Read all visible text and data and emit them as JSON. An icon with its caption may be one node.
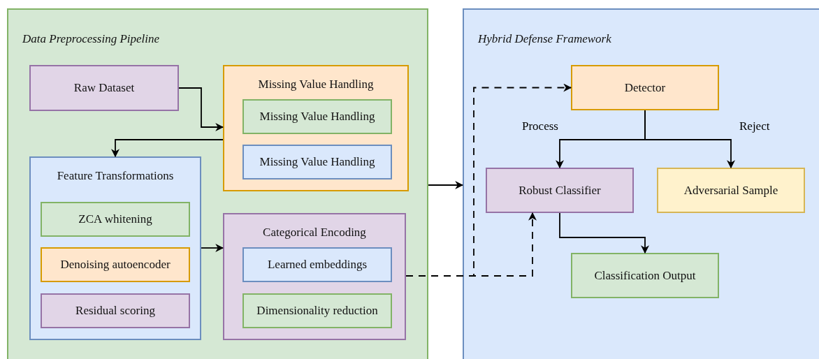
{
  "diagram": {
    "nodes": [
      {
        "text": [
          "Data Preprocessing Pipeline"
        ]
      },
      {
        "text": [
          "Raw Dataset"
        ],
        "in": 0
      },
      {
        "text": [
          "Missing Value Handling"
        ],
        "in": 0
      },
      {
        "text": [
          "Missing Value Handling"
        ],
        "in": 2
      },
      {
        "text": [
          "Missing Value Handling"
        ],
        "in": 2
      },
      {
        "text": [
          "Feature Transformations"
        ],
        "in": 0
      },
      {
        "text": [
          "ZCA whitening"
        ],
        "in": 5
      },
      {
        "text": [
          "Denoising autoencoder"
        ],
        "in": 5
      },
      {
        "text": [
          "Residual scoring"
        ],
        "in": 5
      },
      {
        "text": [
          "Categorical Encoding"
        ],
        "in": 0
      },
      {
        "text": [
          "Learned embeddings"
        ],
        "in": 9
      },
      {
        "text": [
          "Dimensionality reduction"
        ],
        "in": 9
      },
      {
        "text": [
          "Hybrid Defense Framework"
        ]
      },
      {
        "text": [
          "Detector"
        ],
        "in": 12
      },
      {
        "text": [
          "Robust Classifier"
        ],
        "in": 12
      },
      {
        "text": [
          "Adversarial Sample"
        ],
        "in": 12
      },
      {
        "text": [
          "Classification Output"
        ],
        "in": 12
      }
    ],
    "edges": [
      {
        "from": 1,
        "to": 2,
        "arrow": "to"
      },
      {
        "from": 2,
        "to": 5,
        "arrow": "to"
      },
      {
        "from": 5,
        "to": 9,
        "arrow": "to"
      },
      {
        "from": 0,
        "to": 12,
        "arrow": "to"
      },
      {
        "from": 9,
        "to": 13,
        "arrow": "to",
        "style": "dashed"
      },
      {
        "from": 9,
        "to": 14,
        "arrow": "to",
        "style": "dashed"
      },
      {
        "from": 13,
        "to": 14,
        "arrow": "to",
        "label": "Process"
      },
      {
        "from": 13,
        "to": 15,
        "arrow": "to",
        "label": "Reject"
      },
      {
        "from": 14,
        "to": 16,
        "arrow": "to"
      }
    ]
  }
}
